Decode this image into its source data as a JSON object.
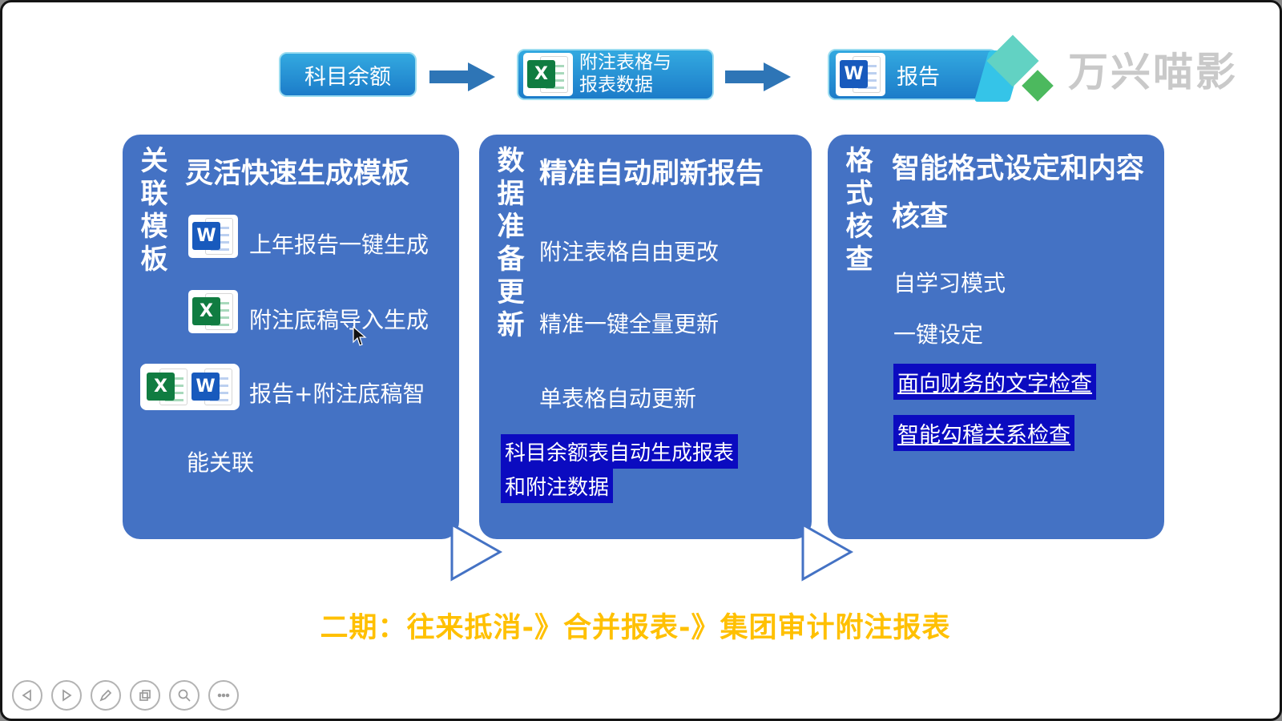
{
  "watermark": {
    "text": "万兴喵影"
  },
  "top_flow": {
    "step1": {
      "label": "科目余额"
    },
    "step2": {
      "line1": "附注表格与",
      "line2": "报表数据"
    },
    "step3": {
      "label": "报告"
    }
  },
  "icons": {
    "word_letter": "W",
    "excel_letter": "X"
  },
  "panels": [
    {
      "side_label": "关联模板",
      "title": "灵活快速生成模板",
      "items": [
        {
          "text": "上年报告一键生成"
        },
        {
          "text": "附注底稿导入生成"
        },
        {
          "text": "报告+附注底稿智"
        },
        {
          "text": "能关联"
        }
      ]
    },
    {
      "side_label": "数据准备更新",
      "title": "精准自动刷新报告",
      "items": [
        {
          "text": "附注表格自由更改"
        },
        {
          "text": "精准一键全量更新"
        },
        {
          "text": "单表格自动更新"
        }
      ],
      "highlight_lines": [
        "科目余额表自动生成报表",
        "和附注数据"
      ]
    },
    {
      "side_label": "格式核查",
      "title": "智能格式设定和内容核查",
      "items": [
        {
          "text": "自学习模式"
        },
        {
          "text": "一键设定"
        }
      ],
      "highlights": [
        "面向财务的文字检查",
        "智能勾稽关系检查"
      ]
    }
  ],
  "footer": {
    "text": "二期：往来抵消-》合并报表-》集团审计附注报表"
  },
  "colors": {
    "panel_blue": "#4472C4",
    "highlight_blue": "#0B0BC0",
    "footer_gold": "#FFC000",
    "flow_box_blue": "#1C7CC9",
    "flow_border_cyan": "#9ADCF0",
    "block_arrow_blue": "#2E75B6",
    "excel_green": "#107C41",
    "word_blue": "#185ABD",
    "watermark_grey": "#C9C9C9",
    "logo_teal": "#62D2C3",
    "logo_green": "#4CB95E"
  },
  "toolbar": {
    "buttons": [
      "previous",
      "play",
      "pen",
      "copy",
      "zoom",
      "more"
    ]
  }
}
